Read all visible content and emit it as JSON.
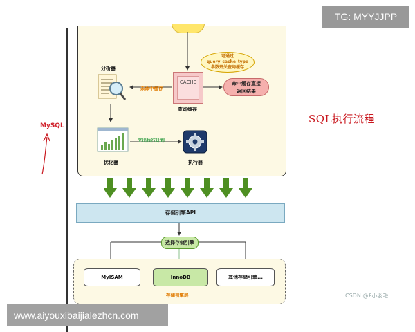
{
  "watermark_top": "TG: MYYJJPP",
  "watermark_bottom": "www.aiyouxibaijialezhcn.com",
  "csdn_mark": "CSDN @£小羽毛",
  "page_title": "SQL执行流程",
  "side_label": "MySQL",
  "server": {
    "analyzer": "分析器",
    "cache_box_text": "CACHE",
    "query_cache": "查询缓存",
    "cloud_note_line1": "可通过",
    "cloud_note_line2": "query_cache_type",
    "cloud_note_line3": "参数开关查询缓存",
    "cache_hit_line1": "命中缓存直接",
    "cache_hit_line2": "返回结果",
    "cache_miss": "未命中缓存",
    "optimizer": "优化器",
    "exec_plan": "交出执行计划",
    "executor": "执行器"
  },
  "storage": {
    "api": "存储引擎API",
    "select_engine": "选择存储引擎",
    "engines": [
      "MyISAM",
      "InnoDB",
      "其他存储引擎..."
    ],
    "engine_layer": "存储引擎层"
  },
  "colors": {
    "title_red": "#c9171e",
    "arrow_green": "#4e8f22",
    "accent_orange": "#e07a00"
  }
}
